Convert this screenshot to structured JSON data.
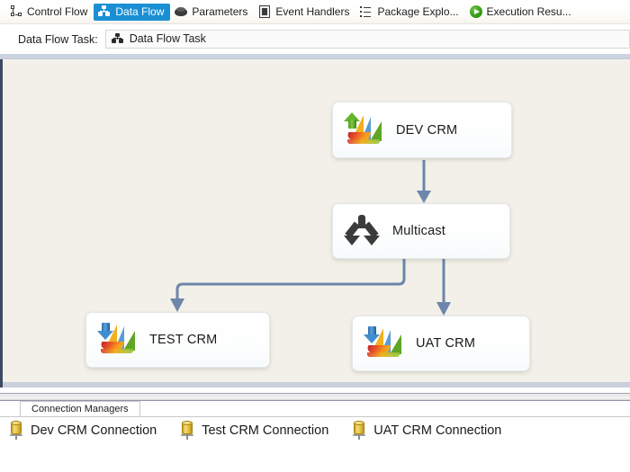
{
  "tabs": [
    {
      "id": "control-flow",
      "label": "Control Flow",
      "icon": "control-flow-icon",
      "active": false
    },
    {
      "id": "data-flow",
      "label": "Data Flow",
      "icon": "data-flow-icon",
      "active": true
    },
    {
      "id": "parameters",
      "label": "Parameters",
      "icon": "parameters-icon",
      "active": false
    },
    {
      "id": "event-handlers",
      "label": "Event Handlers",
      "icon": "event-handlers-icon",
      "active": false
    },
    {
      "id": "package-explorer",
      "label": "Package Explo...",
      "icon": "package-explorer-icon",
      "active": false
    },
    {
      "id": "execution-results",
      "label": "Execution Resu...",
      "icon": "execution-results-icon",
      "active": false
    }
  ],
  "task_bar": {
    "label": "Data Flow Task:",
    "selected_task": "Data Flow Task",
    "icon": "data-flow-task-icon"
  },
  "canvas": {
    "background_color": "#f2f0e8",
    "nodes": [
      {
        "id": "dev-crm",
        "label": "DEV CRM",
        "kind": "source",
        "icon": "dynamics-crm-source-icon"
      },
      {
        "id": "multicast",
        "label": "Multicast",
        "kind": "transform",
        "icon": "multicast-icon"
      },
      {
        "id": "test-crm",
        "label": "TEST CRM",
        "kind": "destination",
        "icon": "dynamics-crm-destination-icon"
      },
      {
        "id": "uat-crm",
        "label": "UAT CRM",
        "kind": "destination",
        "icon": "dynamics-crm-destination-icon"
      }
    ],
    "connectors": [
      {
        "from": "dev-crm",
        "to": "multicast"
      },
      {
        "from": "multicast",
        "to": "test-crm"
      },
      {
        "from": "multicast",
        "to": "uat-crm"
      }
    ],
    "connector_color": "#6d86ab"
  },
  "connection_managers": {
    "tab_label": "Connection Managers",
    "items": [
      {
        "id": "dev-crm-connection",
        "name": "Dev CRM Connection",
        "icon": "connection-manager-icon"
      },
      {
        "id": "test-crm-connection",
        "name": "Test CRM Connection",
        "icon": "connection-manager-icon"
      },
      {
        "id": "uat-crm-connection",
        "name": "UAT CRM Connection",
        "icon": "connection-manager-icon"
      }
    ]
  },
  "colors": {
    "active_tab_blue": "#1a8fd4",
    "canvas_beige": "#f2f0e8",
    "connector_steel_blue": "#6d86ab",
    "canvas_border_navy": "#3d4a63"
  }
}
